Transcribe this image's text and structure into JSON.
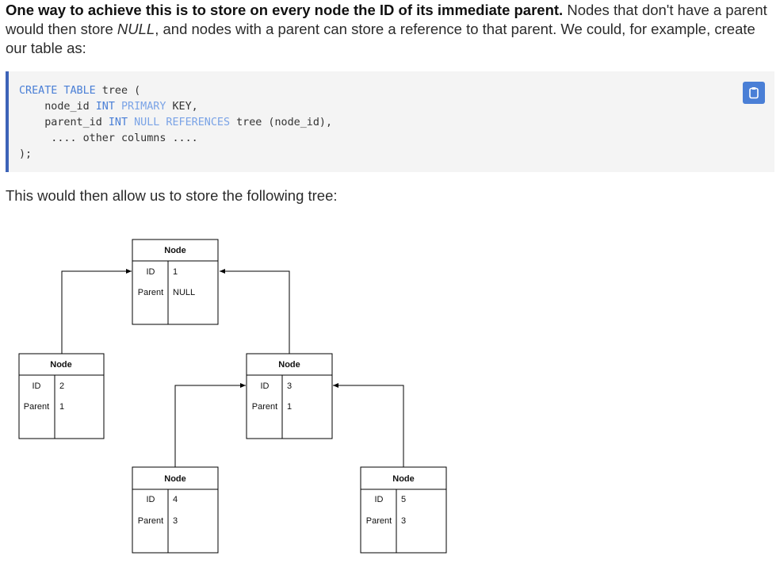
{
  "intro": {
    "bold": "One way to achieve this is to store on every node the ID of its immediate parent.",
    "text1": " Nodes that don't have a parent would then store ",
    "null_word": "NULL",
    "text2": ", and nodes with a parent can store a reference to that parent. We could, for example, create our table as:"
  },
  "code": {
    "l1_kw": "CREATE TABLE",
    "l1_rest": " tree (",
    "l2_a": "    node_id ",
    "l2_kw": "INT",
    "l2_kw2": " PRIMARY",
    "l2_rest": " KEY,",
    "l3_a": "    parent_id ",
    "l3_kw": "INT",
    "l3_kw2": " NULL",
    "l3_kw3": " REFERENCES",
    "l3_rest": " tree (node_id),",
    "l4": "     .... other columns ....",
    "l5": ");",
    "copy_icon": "clipboard-icon"
  },
  "after_text": "This would then allow us to store the following tree:",
  "diagram": {
    "header": "Node",
    "id_label": "ID",
    "parent_label": "Parent",
    "nodes": [
      {
        "id": "1",
        "parent": "NULL"
      },
      {
        "id": "2",
        "parent": "1"
      },
      {
        "id": "3",
        "parent": "1"
      },
      {
        "id": "4",
        "parent": "3"
      },
      {
        "id": "5",
        "parent": "3"
      }
    ]
  }
}
